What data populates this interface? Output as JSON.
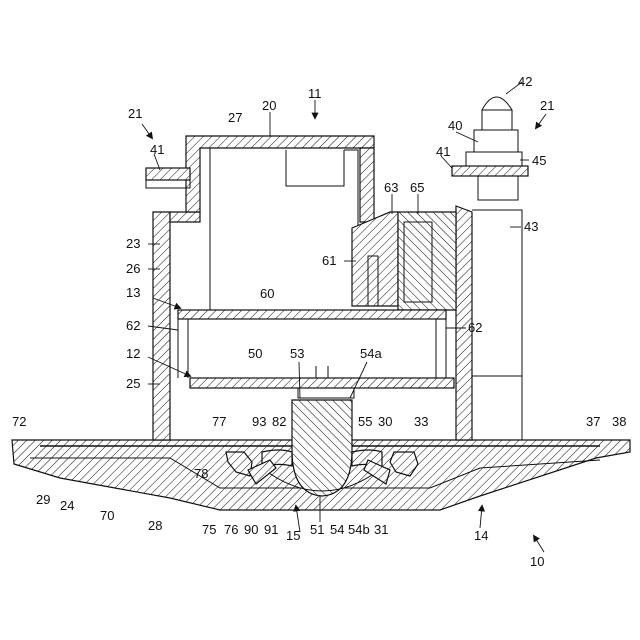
{
  "labels": [
    {
      "id": "42",
      "text": "42"
    },
    {
      "id": "21a",
      "text": "21"
    },
    {
      "id": "20",
      "text": "20"
    },
    {
      "id": "11",
      "text": "11"
    },
    {
      "id": "21b",
      "text": "21"
    },
    {
      "id": "27",
      "text": "27"
    },
    {
      "id": "40",
      "text": "40"
    },
    {
      "id": "41a",
      "text": "41"
    },
    {
      "id": "41b",
      "text": "41"
    },
    {
      "id": "45",
      "text": "45"
    },
    {
      "id": "63",
      "text": "63"
    },
    {
      "id": "65",
      "text": "65"
    },
    {
      "id": "43",
      "text": "43"
    },
    {
      "id": "23",
      "text": "23"
    },
    {
      "id": "26",
      "text": "26"
    },
    {
      "id": "61",
      "text": "61"
    },
    {
      "id": "13",
      "text": "13"
    },
    {
      "id": "60",
      "text": "60"
    },
    {
      "id": "62a",
      "text": "62"
    },
    {
      "id": "62b",
      "text": "62"
    },
    {
      "id": "12",
      "text": "12"
    },
    {
      "id": "50",
      "text": "50"
    },
    {
      "id": "53",
      "text": "53"
    },
    {
      "id": "54a",
      "text": "54a"
    },
    {
      "id": "25",
      "text": "25"
    },
    {
      "id": "72",
      "text": "72"
    },
    {
      "id": "77",
      "text": "77"
    },
    {
      "id": "93",
      "text": "93"
    },
    {
      "id": "82",
      "text": "82"
    },
    {
      "id": "55",
      "text": "55"
    },
    {
      "id": "30",
      "text": "30"
    },
    {
      "id": "33",
      "text": "33"
    },
    {
      "id": "37",
      "text": "37"
    },
    {
      "id": "38",
      "text": "38"
    },
    {
      "id": "78",
      "text": "78"
    },
    {
      "id": "29",
      "text": "29"
    },
    {
      "id": "24",
      "text": "24"
    },
    {
      "id": "28",
      "text": "28"
    },
    {
      "id": "70",
      "text": "70"
    },
    {
      "id": "75",
      "text": "75"
    },
    {
      "id": "76",
      "text": "76"
    },
    {
      "id": "90",
      "text": "90"
    },
    {
      "id": "91",
      "text": "91"
    },
    {
      "id": "15",
      "text": "15"
    },
    {
      "id": "51",
      "text": "51"
    },
    {
      "id": "54",
      "text": "54"
    },
    {
      "id": "54b",
      "text": "54b"
    },
    {
      "id": "31",
      "text": "31"
    },
    {
      "id": "14",
      "text": "14"
    },
    {
      "id": "10",
      "text": "10"
    }
  ]
}
